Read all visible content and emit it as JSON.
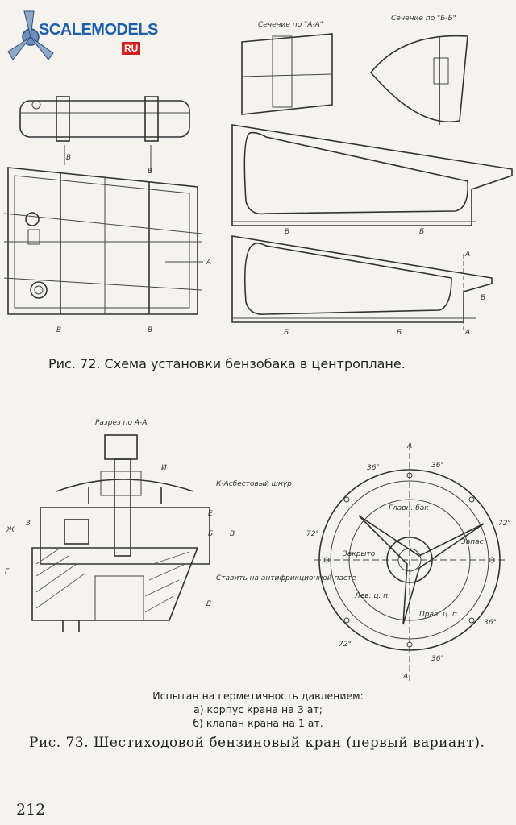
{
  "watermark": {
    "text": "SCALEMODELS",
    "suffix": "RU"
  },
  "fig72": {
    "section_aa_label": "Сечение по \"А-А\"",
    "section_bb_label": "Сечение по \"Б-Б\"",
    "caption": "Рис. 72. Схема установки бензобака в центроплане.",
    "labels": {
      "v": "В",
      "a": "А",
      "b": "Б"
    }
  },
  "fig73": {
    "section_label": "Разрез по А-А",
    "callout_i": "И",
    "callout_k": "К-Асбестовый шнур",
    "callout_e": "Е",
    "callout_b": "Б",
    "callout_v": "В",
    "callout_zh": "Ж",
    "callout_z": "З",
    "callout_g": "Г",
    "callout_d": "Д",
    "callout_paste": "Ставить на антифрикционной пасте",
    "dial": {
      "top_label": "А",
      "bottom_label": "А",
      "angle_36_left": "36°",
      "angle_36_right": "36°",
      "angle_72_left": "72°",
      "angle_72_right": "72°",
      "angle_72_bl": "72°",
      "angle_36_br": "36°",
      "angle_36_bottom": "36°",
      "sector_1": "Главн. бак",
      "sector_2": "Запас",
      "sector_3": "Прав. ц. п.",
      "sector_4": "Лев. ц. п.",
      "sector_5": "Закрыто"
    },
    "test_note_title": "Испытан на герметичность давлением:",
    "test_note_a": "а) корпус крана на 3 ат;",
    "test_note_b": "б) клапан крана на 1 ат.",
    "caption": "Рис. 73. Шестиходовой бензиновый кран (первый вариант)."
  },
  "page_number": "212"
}
